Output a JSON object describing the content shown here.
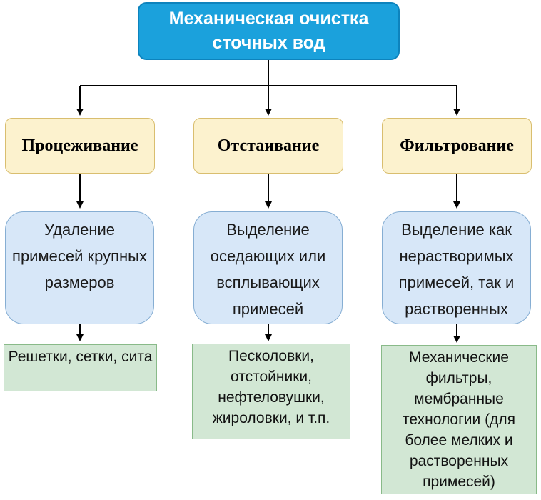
{
  "diagram": {
    "type": "flowchart",
    "title": "Механическая очистка сточных вод",
    "columns": [
      {
        "header": "Процеживание",
        "description": "Удаление примесей крупных размеров",
        "examples": "Решетки, сетки, сита"
      },
      {
        "header": "Отстаивание",
        "description": "Выделение оседающих или всплывающих примесей",
        "examples": "Песколовки, отстойники, нефтеловушки, жироловки, и т.п."
      },
      {
        "header": "Фильтрование",
        "description": "Выделение как нерастворимых примесей, так и растворенных",
        "examples": "Механические фильтры, мембранные технологии (для более мелких и растворенных примесей)"
      }
    ],
    "colors": {
      "title_fill": "#1BA1DC",
      "title_border": "#0D83BD",
      "title_text": "#ffffff",
      "stage_fill": "#FCF2CE",
      "stage_border": "#D9BE6F",
      "desc_fill": "#D7E7F8",
      "desc_border": "#86AED3",
      "examples_fill": "#D2E7D4",
      "examples_border": "#89BA89",
      "connector": "#000000"
    }
  }
}
